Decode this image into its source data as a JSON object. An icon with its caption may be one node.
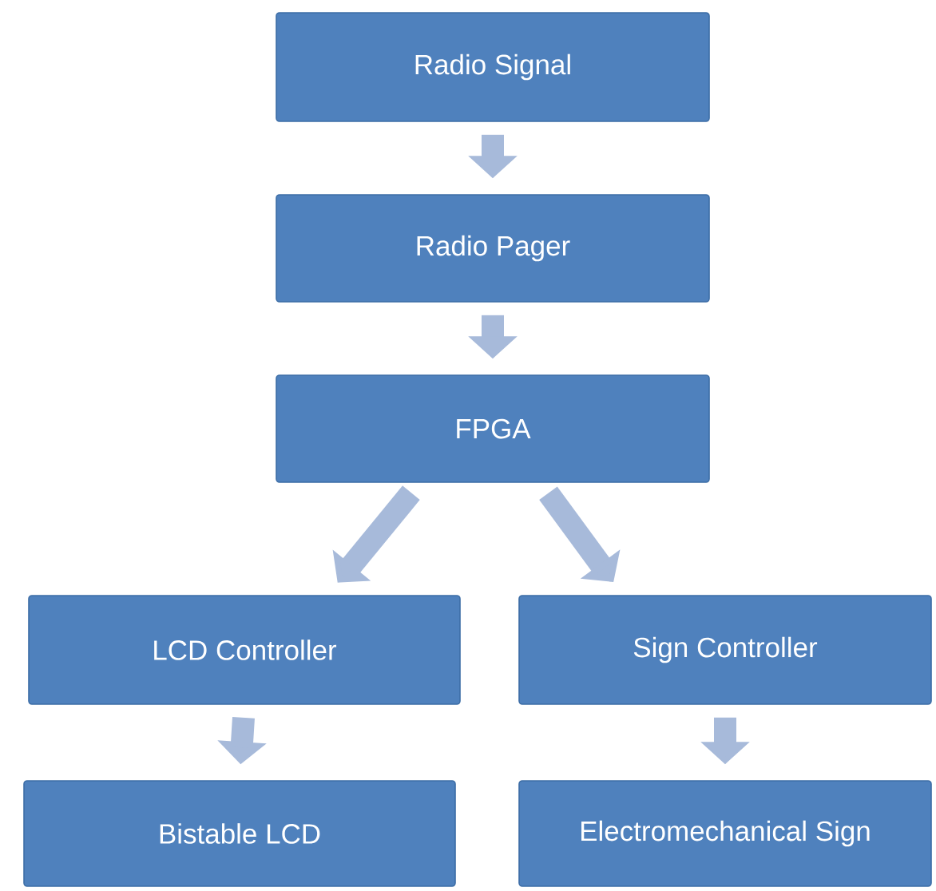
{
  "diagram": {
    "nodes": [
      {
        "text": [
          "Radio Signal"
        ]
      },
      {
        "text": [
          "Radio Pager"
        ]
      },
      {
        "text": [
          "FPGA"
        ]
      },
      {
        "text": [
          "LCD Controller"
        ]
      },
      {
        "text": [
          "Sign Controller"
        ]
      },
      {
        "text": [
          "Bistable LCD"
        ]
      },
      {
        "text": [
          "Electromechanical Sign"
        ]
      }
    ],
    "edges": [
      {
        "from": 0,
        "to": 1,
        "arrow": "to"
      },
      {
        "from": 1,
        "to": 2,
        "arrow": "to"
      },
      {
        "from": 2,
        "to": 3,
        "arrow": "to"
      },
      {
        "from": 2,
        "to": 4,
        "arrow": "to"
      },
      {
        "from": 3,
        "to": 5,
        "arrow": "to"
      },
      {
        "from": 4,
        "to": 6,
        "arrow": "to"
      }
    ]
  }
}
